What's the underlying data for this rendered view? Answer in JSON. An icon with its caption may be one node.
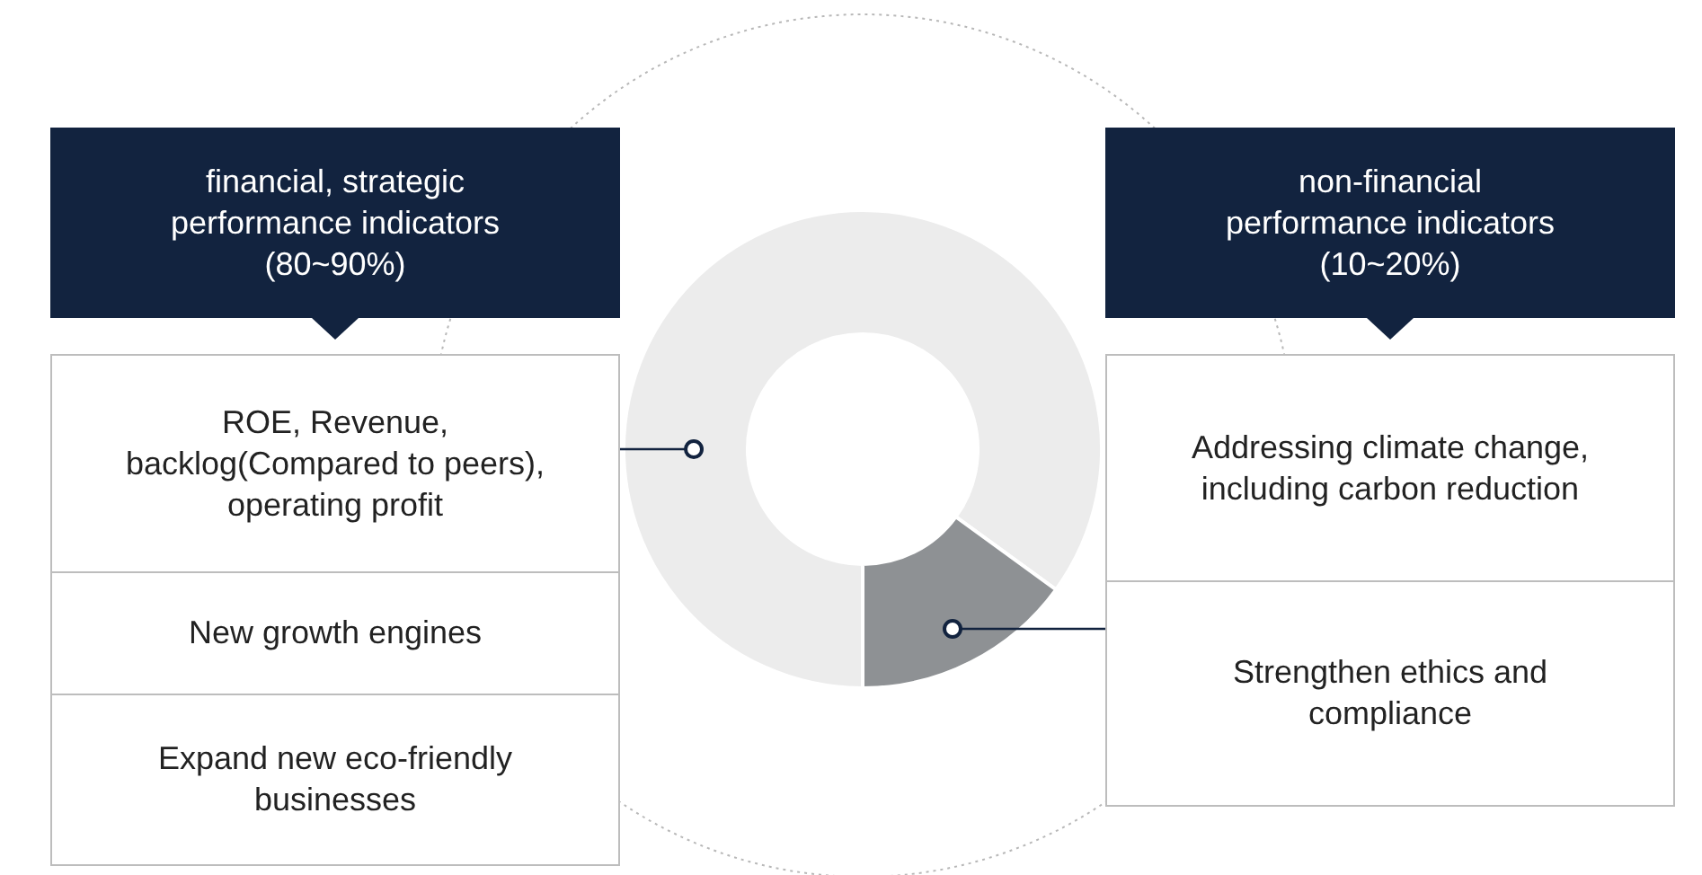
{
  "diagram": {
    "nodes": [
      {
        "text": [
          "financial, strategic performance indicators (80~90%)"
        ]
      },
      {
        "text": [
          "ROE, Revenue, backlog(Compared to peers), operating profit"
        ]
      },
      {
        "text": [
          "New growth engines"
        ]
      },
      {
        "text": [
          "Expand new eco-friendly businesses"
        ]
      },
      {
        "text": [
          "non-financial performance indicators (10~20%)"
        ]
      },
      {
        "text": [
          "Addressing climate change, including carbon reduction"
        ]
      },
      {
        "text": [
          "Strengthen ethics and compliance"
        ]
      },
      {
        "text": [],
        "shape": "arc"
      },
      {
        "text": [],
        "shape": "arc"
      }
    ],
    "edges": [
      {
        "from": 0,
        "to": 1,
        "arrow": "to"
      },
      {
        "from": 4,
        "to": 5,
        "arrow": "to"
      },
      {
        "from": 1,
        "to": 7,
        "arrow": "other"
      },
      {
        "from": 6,
        "to": 8,
        "arrow": "other"
      }
    ]
  }
}
